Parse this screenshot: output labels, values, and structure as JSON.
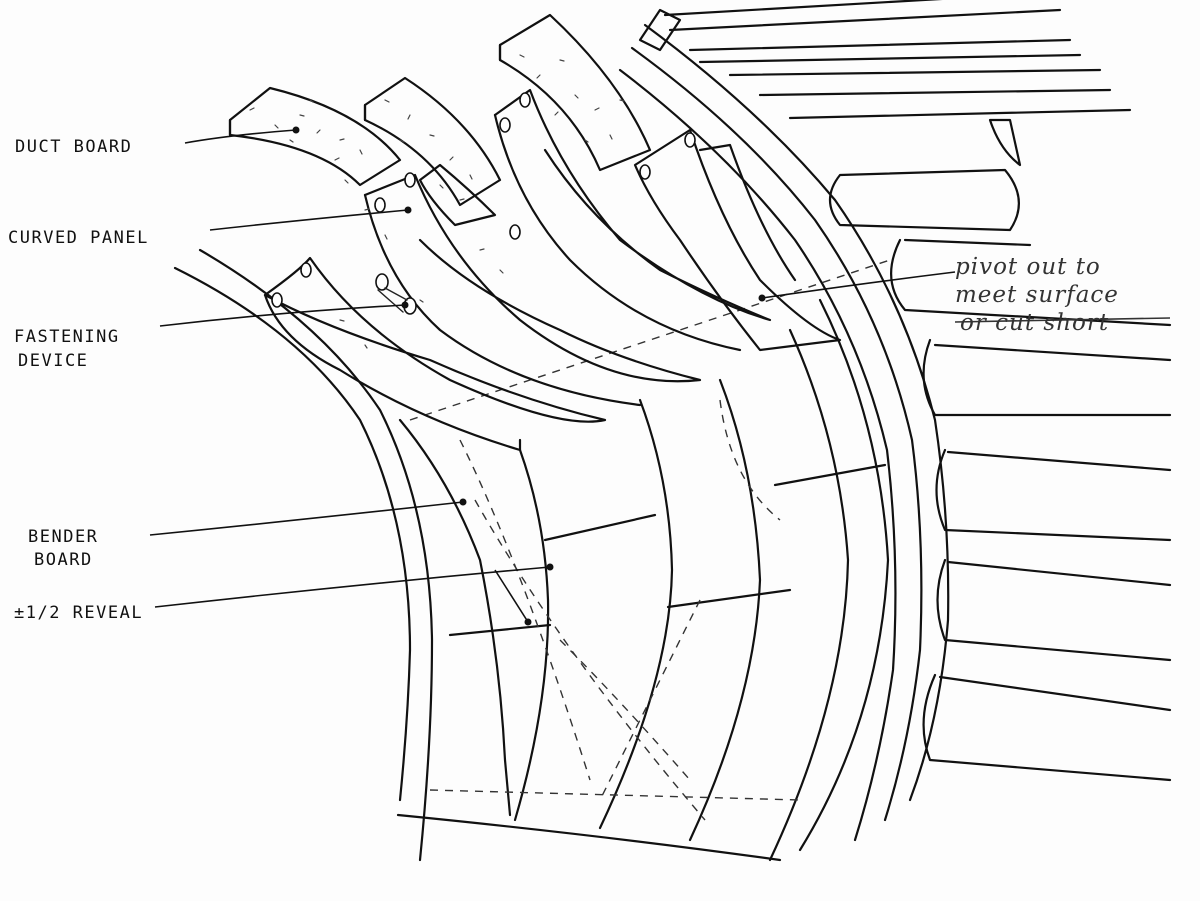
{
  "labels": {
    "duct_board": "DUCT BOARD",
    "curved_panel": "CURVED PANEL",
    "fastening_device": [
      "FASTENING",
      "DEVICE"
    ],
    "bender_board": [
      "BENDER",
      "BOARD"
    ],
    "reveal": "±1/2 REVEAL"
  },
  "handwritten_note": {
    "line1": "pivot out to",
    "line2": "meet surface",
    "line3_struck": "or cut short"
  }
}
